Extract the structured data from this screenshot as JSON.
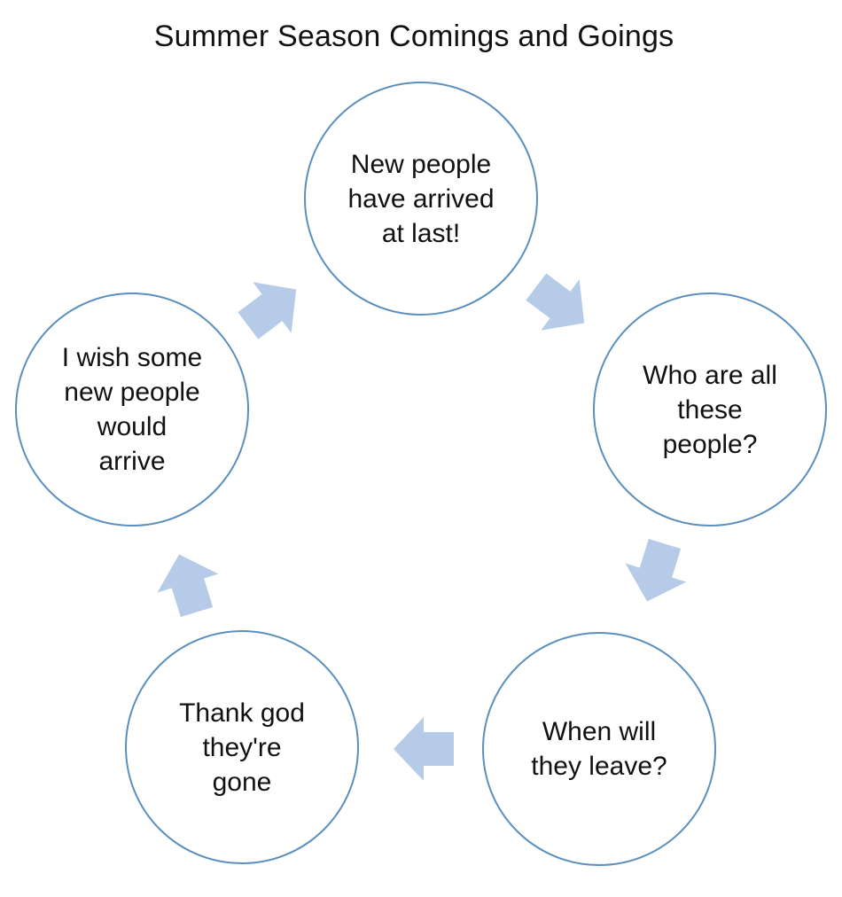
{
  "title": "Summer Season Comings and Goings",
  "colors": {
    "node_border": "#5b8fbd",
    "arrow_fill": "#b6cbe8",
    "text": "#111111"
  },
  "nodes": [
    {
      "lines": [
        "New people",
        "have arrived",
        "at last!"
      ]
    },
    {
      "lines": [
        "Who are all",
        "these",
        "people?"
      ]
    },
    {
      "lines": [
        "When will",
        "they leave?"
      ]
    },
    {
      "lines": [
        "Thank god",
        "they're",
        "gone"
      ]
    },
    {
      "lines": [
        "I wish some",
        "new people",
        "would",
        "arrive"
      ]
    }
  ],
  "arrows": [
    {
      "from": 1,
      "to": 2,
      "icon": "arrow-right-down-icon"
    },
    {
      "from": 2,
      "to": 3,
      "icon": "arrow-down-icon"
    },
    {
      "from": 3,
      "to": 4,
      "icon": "arrow-left-icon"
    },
    {
      "from": 4,
      "to": 5,
      "icon": "arrow-up-icon"
    },
    {
      "from": 5,
      "to": 1,
      "icon": "arrow-up-right-icon"
    }
  ]
}
